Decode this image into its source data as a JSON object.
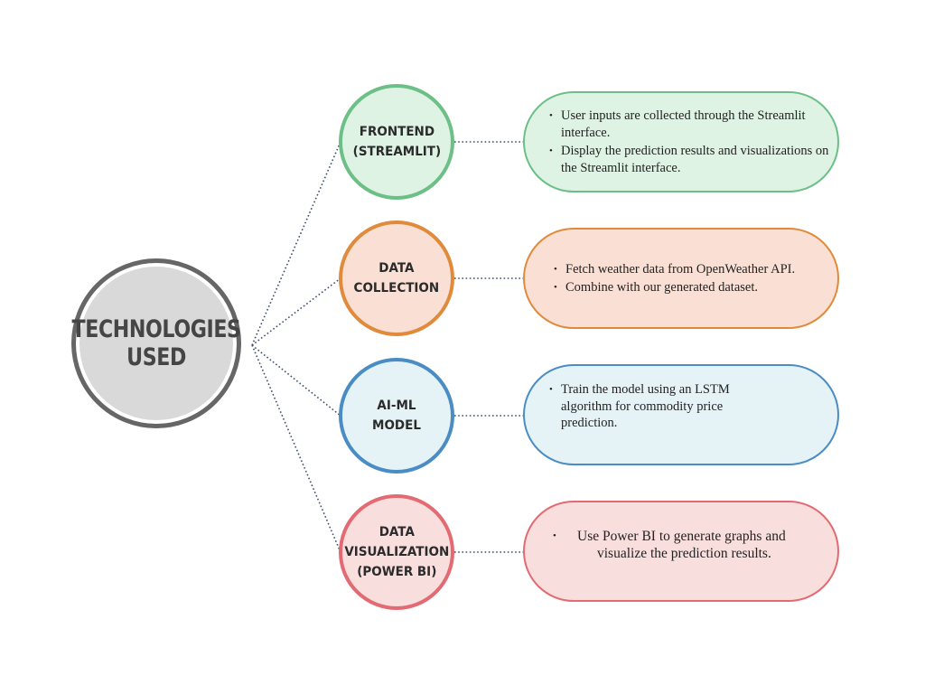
{
  "hub": {
    "title": "TECHNOLOGIES\nUSED"
  },
  "colors": {
    "hub_border": "#666666",
    "hub_fill": "#d9d9d9",
    "frontend_border": "#6cbf86",
    "frontend_fill": "#dff3e4",
    "collection_border": "#e08b3c",
    "collection_fill": "#fae0d4",
    "aiml_border": "#4a8cc4",
    "aiml_fill": "#e6f3f6",
    "viz_border": "#e36a72",
    "viz_fill": "#f9dede",
    "connector": "#3d4f6b"
  },
  "nodes": [
    {
      "key": "frontend",
      "label": "FRONTEND\n(STREAMLIT)"
    },
    {
      "key": "collection",
      "label": "DATA\nCOLLECTION"
    },
    {
      "key": "aiml",
      "label": "AI-ML\nMODEL"
    },
    {
      "key": "viz",
      "label": "DATA\nVISUALIZATION\n(POWER BI)"
    }
  ],
  "cards": {
    "frontend": [
      "User inputs are collected through the Streamlit interface.",
      "Display the prediction results and visualizations on the Streamlit interface."
    ],
    "collection": [
      "Fetch weather data from OpenWeather API.",
      "Combine with our  generated dataset."
    ],
    "aiml": [
      "Train the model using an LSTM algorithm for commodity price prediction."
    ],
    "viz": [
      "Use Power BI to generate graphs and",
      "visualize the prediction results."
    ]
  }
}
